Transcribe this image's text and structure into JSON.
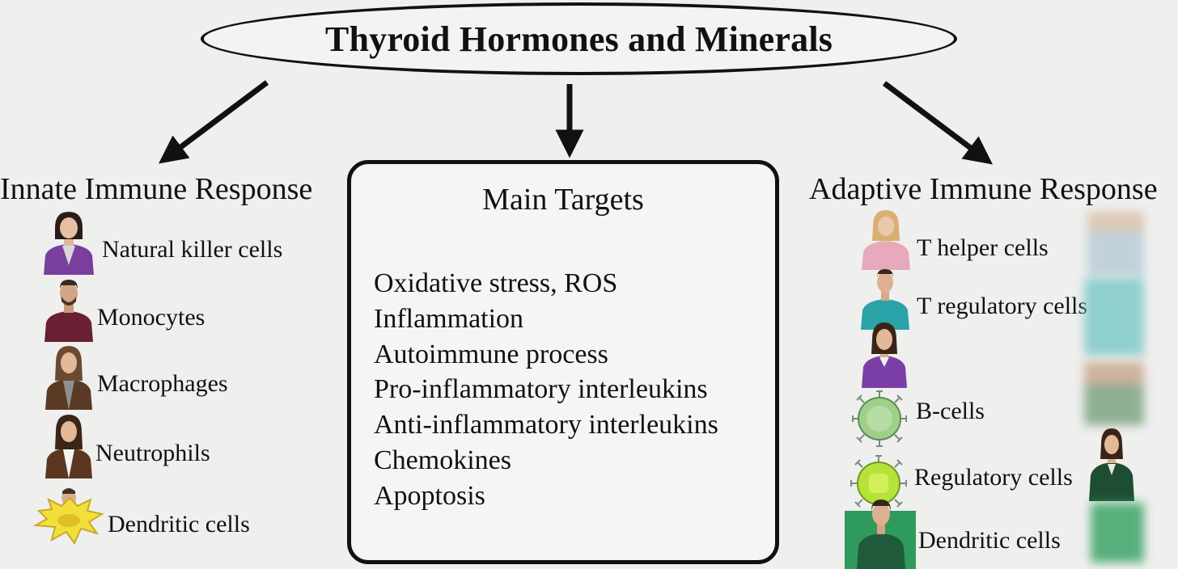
{
  "title": "Thyroid Hormones and Minerals",
  "innate": {
    "heading": "Innate Immune Response",
    "items": [
      "Natural killer cells",
      "Monocytes",
      "Macrophages",
      "Neutrophils",
      "Dendritic cells"
    ]
  },
  "targets": {
    "title": "Main Targets",
    "items": [
      "Oxidative stress, ROS",
      "Inflammation",
      "Autoimmune process",
      "Pro-inflammatory interleukins",
      "Anti-inflammatory interleukins",
      "Chemokines",
      "Apoptosis"
    ]
  },
  "adaptive": {
    "heading": "Adaptive Immune Response",
    "items": [
      "T helper cells",
      "T regulatory cells",
      "B-cells",
      "Regulatory cells",
      "Dendritic cells"
    ]
  },
  "colors": {
    "ink": "#111111",
    "background": "#efefee",
    "purple_top": "#7a3f9e",
    "maroon_sweater": "#6a1f33",
    "brown_jacket": "#5a3a24",
    "yellow_cell": "#f2df3a",
    "pink_top": "#e9a9bd",
    "teal_shirt": "#2aa3a8",
    "light_green_cell": "#9fcf8a",
    "lime_cell": "#b6e33a",
    "dark_green": "#1f5a3a",
    "green_bg": "#2e9a5c"
  }
}
